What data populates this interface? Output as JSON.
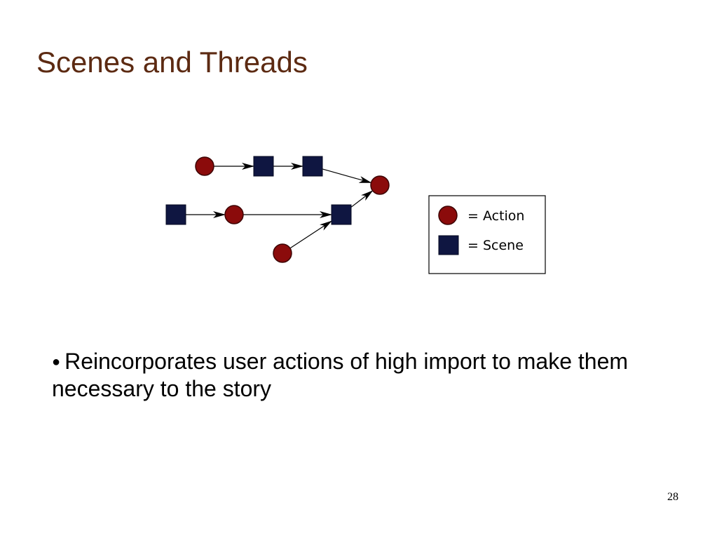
{
  "slide": {
    "title": "Scenes and Threads",
    "bullet": {
      "marker": "●",
      "text": "Reincorporates user actions of high import to make them necessary to the story"
    },
    "page_number": "28"
  },
  "diagram": {
    "colors": {
      "action": "#8b0b0b",
      "scene": "#0f1641",
      "edge": "#000000",
      "legend_border": "#000000"
    },
    "nodes": [
      {
        "id": "a1",
        "kind": "action"
      },
      {
        "id": "s1",
        "kind": "scene"
      },
      {
        "id": "s2",
        "kind": "scene"
      },
      {
        "id": "a2",
        "kind": "action"
      },
      {
        "id": "s3",
        "kind": "scene"
      },
      {
        "id": "a3",
        "kind": "action"
      },
      {
        "id": "s4",
        "kind": "scene"
      },
      {
        "id": "a4",
        "kind": "action"
      }
    ],
    "edges": [
      {
        "from": "a1",
        "to": "s1"
      },
      {
        "from": "s1",
        "to": "s2"
      },
      {
        "from": "s2",
        "to": "a2"
      },
      {
        "from": "s3",
        "to": "a3"
      },
      {
        "from": "a3",
        "to": "s4"
      },
      {
        "from": "a4",
        "to": "s4"
      },
      {
        "from": "s4",
        "to": "a2"
      }
    ],
    "legend": {
      "action_label": "= Action",
      "scene_label": "= Scene"
    }
  }
}
